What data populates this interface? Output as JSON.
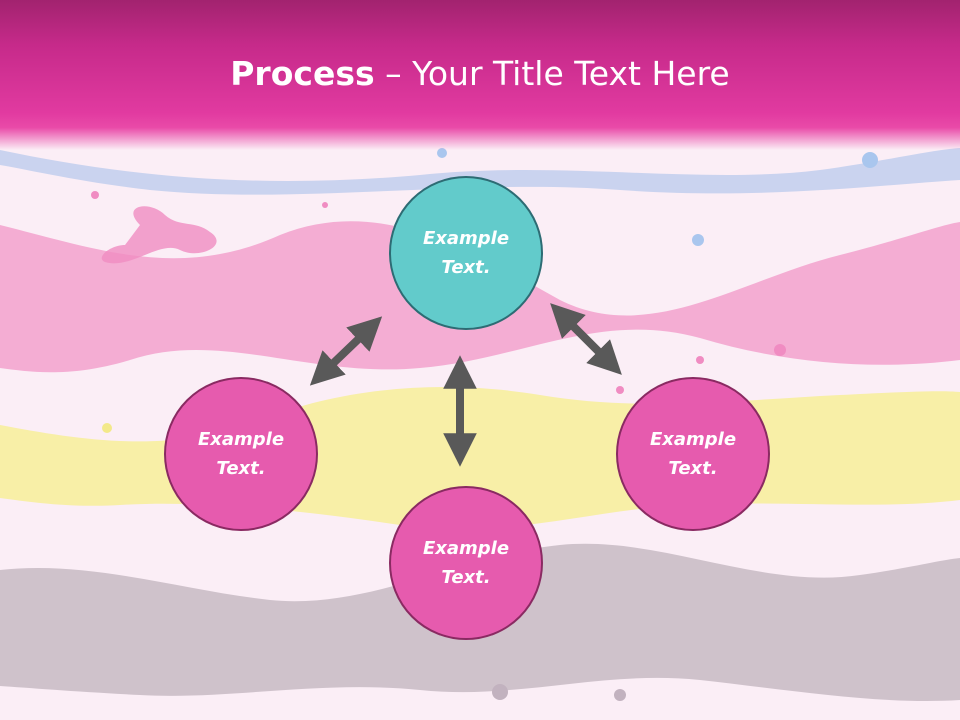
{
  "title": {
    "bold": "Process",
    "rest": " – Your Title Text Here"
  },
  "nodes": [
    {
      "id": "top",
      "label": "Example Text.",
      "color": "#62cbcb"
    },
    {
      "id": "left",
      "label": "Example Text.",
      "color": "#e65bae"
    },
    {
      "id": "bottom",
      "label": "Example Text.",
      "color": "#e65bae"
    },
    {
      "id": "right",
      "label": "Example Text.",
      "color": "#e65bae"
    }
  ],
  "colors": {
    "header": "#e13aa0",
    "arrow": "#595959",
    "wave_pink": "#f3a6cf",
    "wave_yellow": "#f6efb0",
    "wave_gray": "#c9bcc6",
    "wave_blue": "#b6c8ea"
  }
}
